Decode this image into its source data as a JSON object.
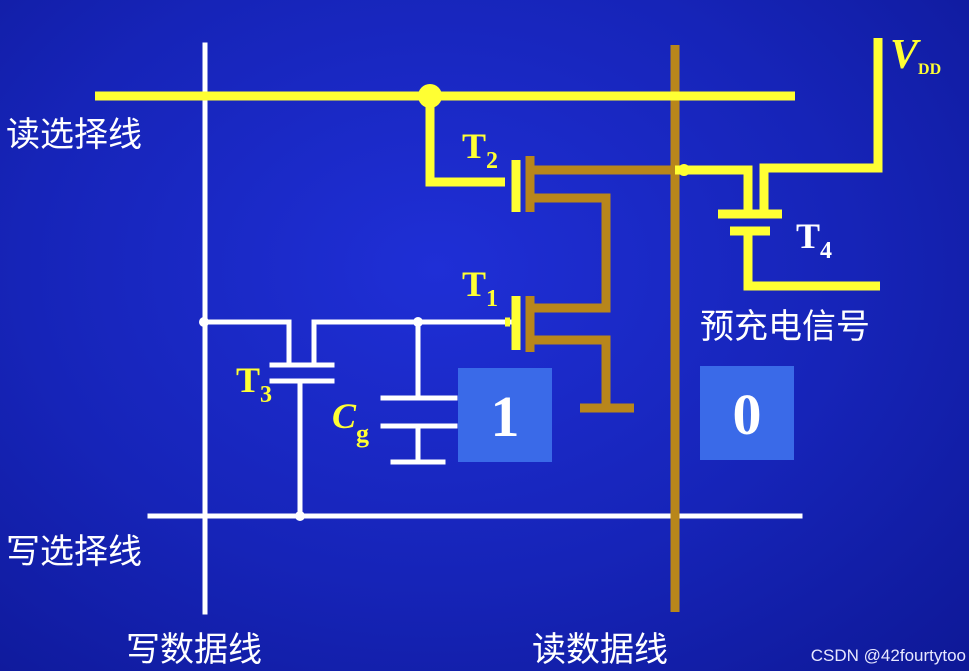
{
  "labels": {
    "read_select_line": "读选择线",
    "write_select_line": "写选择线",
    "write_data_line": "写数据线",
    "read_data_line": "读数据线",
    "precharge_signal": "预充电信号"
  },
  "transistors": {
    "t1": {
      "main": "T",
      "sub": "1"
    },
    "t2": {
      "main": "T",
      "sub": "2"
    },
    "t3": {
      "main": "T",
      "sub": "3"
    },
    "t4": {
      "main": "T",
      "sub": "4"
    }
  },
  "capacitor": {
    "main": "C",
    "sub": "g"
  },
  "supply": {
    "main": "V",
    "sub": "DD"
  },
  "bits": {
    "stored": "1",
    "read": "0"
  },
  "watermark": "CSDN @42fourtytoo",
  "colors": {
    "background": "#1624b8",
    "yellow_wire": "#ffff33",
    "brown_wire": "#b8861b",
    "white_wire": "#ffffff",
    "bit_box": "#3a6ae8"
  }
}
